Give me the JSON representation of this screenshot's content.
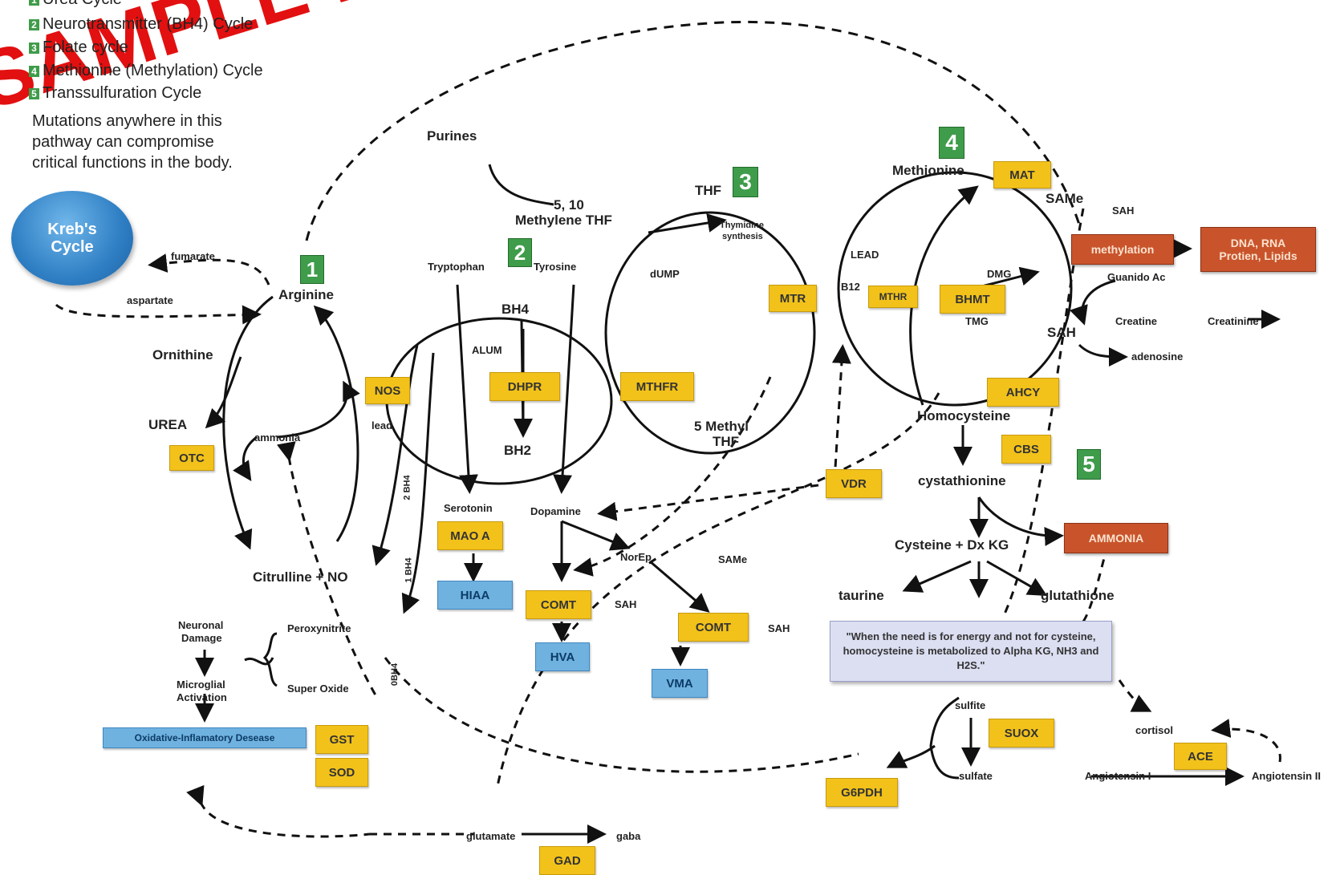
{
  "legend": {
    "items": [
      {
        "num": "1",
        "label": "Urea Cycle"
      },
      {
        "num": "2",
        "label": "Neurotransmitter (BH4) Cycle"
      },
      {
        "num": "3",
        "label": "Folate cycle"
      },
      {
        "num": "4",
        "label": "Methionine (Methylation) Cycle"
      },
      {
        "num": "5",
        "label": "Transsulfuration Cycle"
      }
    ],
    "note_line1": "Mutations anywhere in this",
    "note_line2": "pathway can compromise",
    "note_line3": "critical functions in the body."
  },
  "watermark": "SAMPLE INTERPRE",
  "krebs": {
    "line1": "Kreb's",
    "line2": "Cycle"
  },
  "cycle_numbers": {
    "c1": "1",
    "c2": "2",
    "c3": "3",
    "c4": "4",
    "c5": "5"
  },
  "labels": {
    "fumarate": "fumarate",
    "aspartate": "aspartate",
    "arginine": "Arginine",
    "ornithine": "Ornithine",
    "urea": "UREA",
    "ammonia_small": "ammonia",
    "lead": "lead",
    "citrulline": "Citrulline + NO",
    "purines": "Purines",
    "methylene_thf_1": "5, 10",
    "methylene_thf_2": "Methylene THF",
    "tryptophan": "Tryptophan",
    "tyrosine": "Tyrosine",
    "bh4": "BH4",
    "alum": "ALUM",
    "bh2": "BH2",
    "thf": "THF",
    "thymidine": "Thymidine",
    "synthesis": "synthesis",
    "dump": "dUMP",
    "methyl_thf_1": "5 Methyl",
    "methyl_thf_2": "THF",
    "methionine": "Methionine",
    "same_top": "SAMe",
    "sah_top": "SAH",
    "lead_caps": "LEAD",
    "b12": "B12",
    "dmg": "DMG",
    "tmg": "TMG",
    "guanido": "Guanido Ac",
    "creatine": "Creatine",
    "creatinine": "Creatinine",
    "sah_mid": "SAH",
    "adenosine": "adenosine",
    "homocysteine": "Homocysteine",
    "cystathionine": "cystathionine",
    "cysteine": "Cysteine + Dx KG",
    "taurine": "taurine",
    "glutathione": "glutathione",
    "serotonin": "Serotonin",
    "dopamine": "Dopamine",
    "norep": "NorEp",
    "same_mid": "SAMe",
    "sah_comt1": "SAH",
    "sah_comt2": "SAH",
    "bh4_2": "2 BH4",
    "bh4_1": "1 BH4",
    "bh4_0": "0BH4",
    "neuronal_1": "Neuronal",
    "neuronal_2": "Damage",
    "microglial_1": "Microglial",
    "microglial_2": "Activation",
    "peroxynitrite": "Peroxynitrite",
    "superoxide": "Super Oxide",
    "sulfite": "sulfite",
    "sulfate": "sulfate",
    "cortisol": "cortisol",
    "angiotensin1": "Angiotensin I",
    "angiotensin2": "Angiotensin II",
    "glutamate": "glutamate",
    "gaba": "gaba"
  },
  "enzymes": {
    "otc": "OTC",
    "nos": "NOS",
    "dhpr": "DHPR",
    "mthfr": "MTHFR",
    "mtr": "MTR",
    "mthr": "MTHR",
    "bhmt": "BHMT",
    "mat": "MAT",
    "ahcy": "AHCY",
    "cbs": "CBS",
    "vdr": "VDR",
    "mao_a": "MAO A",
    "comt1": "COMT",
    "comt2": "COMT",
    "gst": "GST",
    "sod": "SOD",
    "suox": "SUOX",
    "g6pdh": "G6PDH",
    "ace": "ACE",
    "gad": "GAD"
  },
  "blue_boxes": {
    "hiaa": "HIAA",
    "hva": "HVA",
    "vma": "VMA",
    "oxidative": "Oxidative-Inflamatory Desease"
  },
  "red_boxes": {
    "methylation": "methylation",
    "dna_1": "DNA, RNA",
    "dna_2": "Protien, Lipids",
    "ammonia": "AMMONIA"
  },
  "quote": "\"When the need is for energy and not for cysteine, homocysteine is metabolized to Alpha KG, NH3 and H2S.\"",
  "colors": {
    "enzyme": "#f2c21b",
    "blue_box": "#6fb2e0",
    "red_box": "#c9542b",
    "cycle_badge": "#3f9c4a",
    "watermark": "#e21010"
  }
}
